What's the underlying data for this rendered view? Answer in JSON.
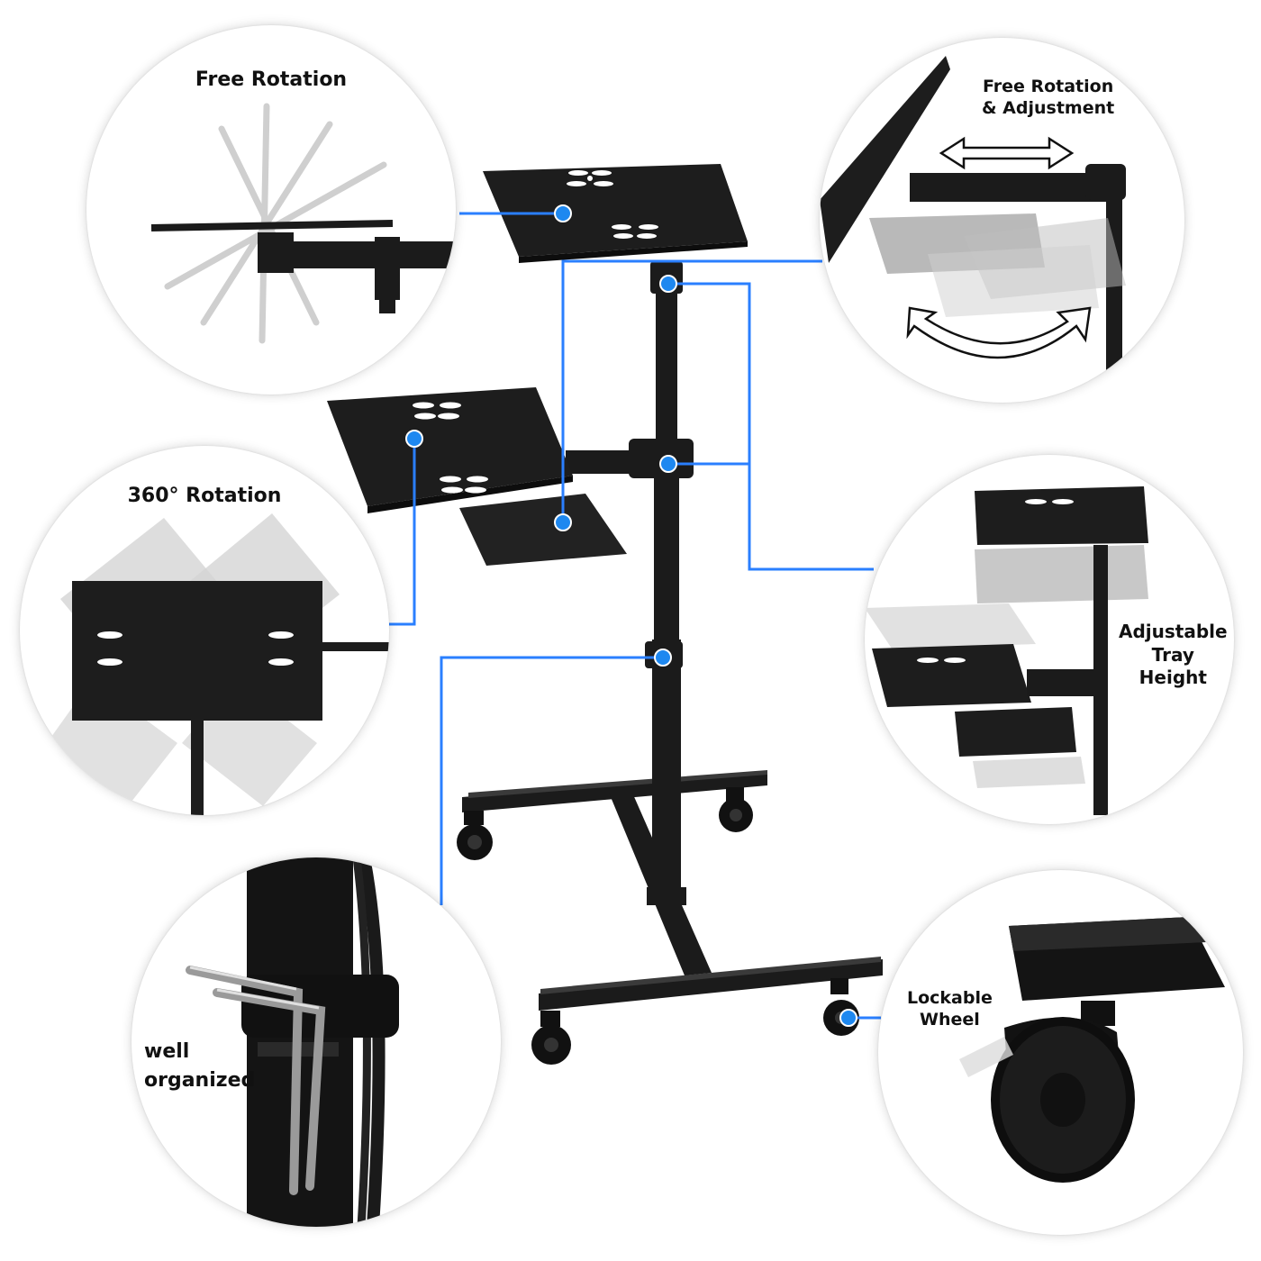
{
  "callouts": {
    "free_rotation": {
      "label": "Free Rotation"
    },
    "free_rotation_adjustment": {
      "lines": [
        "Free Rotation",
        "& Adjustment"
      ]
    },
    "rotation_360": {
      "label": "360° Rotation"
    },
    "adjustable_height": {
      "lines": [
        "Adjustable",
        "Tray",
        "Height"
      ]
    },
    "well_organized": {
      "lines": [
        "well",
        "organized"
      ]
    },
    "lockable_wheel": {
      "lines": [
        "Lockable",
        "Wheel"
      ]
    }
  },
  "colors": {
    "accent_line": "#2a7fff",
    "dot": "#1e88f0",
    "product_black": "#1b1b1b",
    "ghost_gray": "#c9c9c9"
  },
  "icons": [
    "double-arrow-icon",
    "curved-arrow-icon"
  ]
}
